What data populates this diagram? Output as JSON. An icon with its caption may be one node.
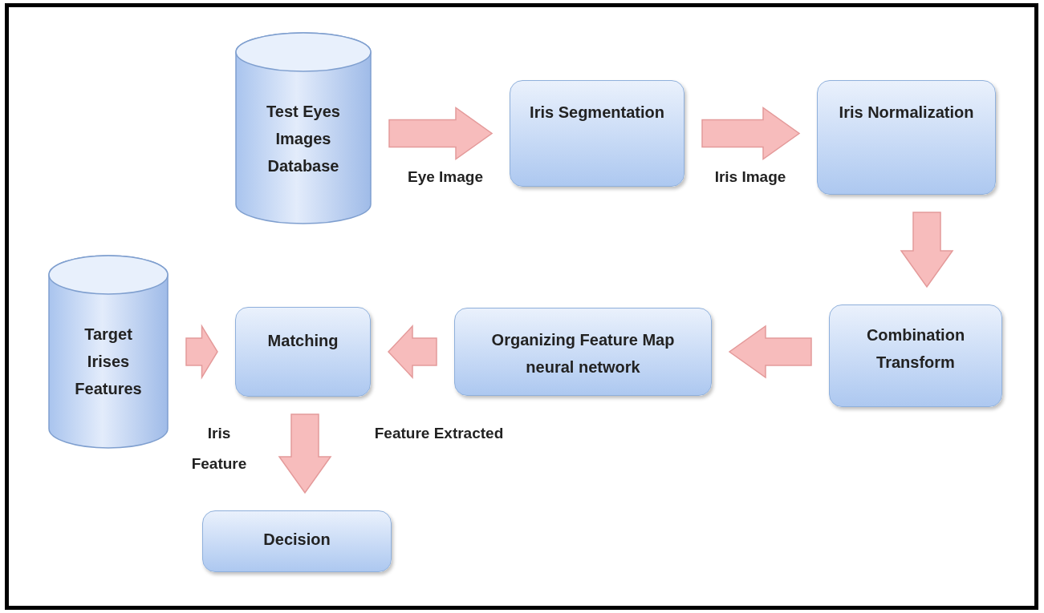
{
  "diagram": {
    "nodes": [
      {
        "text": [
          "Test Eyes Images Database"
        ]
      },
      {
        "text": [
          "Iris Segmentation"
        ]
      },
      {
        "text": [
          "Iris Normalization"
        ]
      },
      {
        "text": [
          "Combination Transform"
        ]
      },
      {
        "text": [
          "Organizing Feature Map neural network"
        ]
      },
      {
        "text": [
          "Matching"
        ]
      },
      {
        "text": [
          "Target Irises Features"
        ]
      },
      {
        "text": [
          "Decision"
        ]
      }
    ],
    "edges": [
      {
        "from": 0,
        "to": 1,
        "arrow": "to",
        "label": "Eye Image"
      },
      {
        "from": 1,
        "to": 2,
        "arrow": "to",
        "label": "Iris Image"
      },
      {
        "from": 2,
        "to": 3,
        "arrow": "to"
      },
      {
        "from": 3,
        "to": 4,
        "arrow": "to"
      },
      {
        "from": 4,
        "to": 5,
        "arrow": "to",
        "label": "Feature Extracted"
      },
      {
        "from": 6,
        "to": 5,
        "arrow": "to",
        "label": "Iris Feature"
      },
      {
        "from": 5,
        "to": 7,
        "arrow": "to"
      }
    ]
  }
}
